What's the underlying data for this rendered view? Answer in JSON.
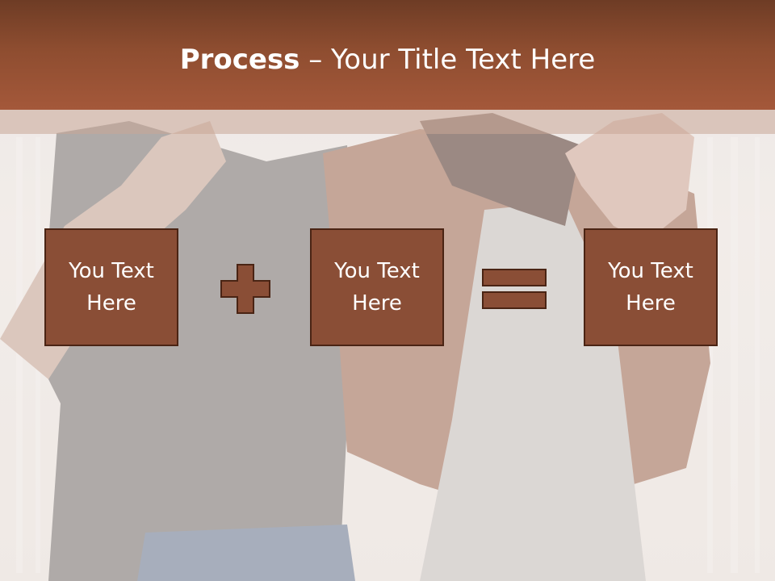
{
  "slide": {
    "title_bold": "Process",
    "title_rest": " – Your Title Text Here"
  },
  "process": {
    "step1": "You Text Here",
    "step2": "You Text Here",
    "result": "You Text Here",
    "operator1": "plus",
    "operator2": "equals"
  },
  "colors": {
    "banner": "#8e4d30",
    "box_fill": "#8a4e36",
    "box_border": "#4a2414",
    "title_text": "#ffffff"
  }
}
